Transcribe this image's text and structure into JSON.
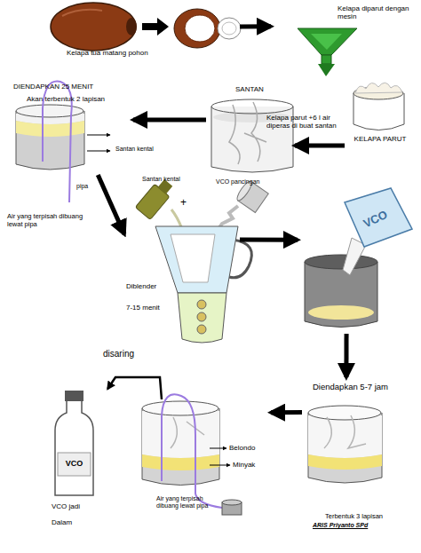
{
  "diagram": {
    "nodes": [
      {
        "text": [
          "Kelapa tua matang pohon"
        ]
      },
      {
        "text": [
          "Kelapa diparut dengan mesin"
        ]
      },
      {
        "text": [
          "KELAPA PARUT"
        ]
      },
      {
        "text": [
          "SANTAN",
          "Kelapa parut +6 l air diperas di buat santan"
        ]
      },
      {
        "text": [
          "DIENDAPKAN 25 MENIT",
          "Akan terbentuk 2 lapisan"
        ]
      },
      {
        "text": [
          "Diblender",
          "7-15 menit"
        ]
      },
      {
        "text": [
          "VCO"
        ]
      },
      {
        "text": [
          "Diendapkan 5-7 jam",
          "Terbentuk 3 lapisan"
        ]
      },
      {
        "text": [
          "Belondo",
          "Minyak"
        ]
      },
      {
        "text": [
          "VCO",
          "VCO jadi",
          "Dalam"
        ]
      }
    ],
    "edges": [
      {
        "from": 0,
        "to": 1,
        "arrow": "to"
      },
      {
        "from": 2,
        "to": 3,
        "arrow": "to"
      },
      {
        "from": 3,
        "to": 4,
        "arrow": "to"
      },
      {
        "from": 4,
        "to": 5,
        "arrow": "to"
      },
      {
        "from": 5,
        "to": 6,
        "arrow": "to"
      },
      {
        "from": 6,
        "to": 7,
        "arrow": "to"
      },
      {
        "from": 7,
        "to": 8,
        "arrow": "to"
      },
      {
        "from": 8,
        "to": 9,
        "label": "disaring",
        "arrow": "to"
      }
    ],
    "labels": [
      "Santan kental",
      "pipa",
      "Air yang terpisah dibuang lewat pipa",
      "Santan kental",
      "+",
      "VCO pancingan",
      "Air yang terpisah dibuang lewat pipa",
      "ARIS Priyanto SPd"
    ]
  }
}
